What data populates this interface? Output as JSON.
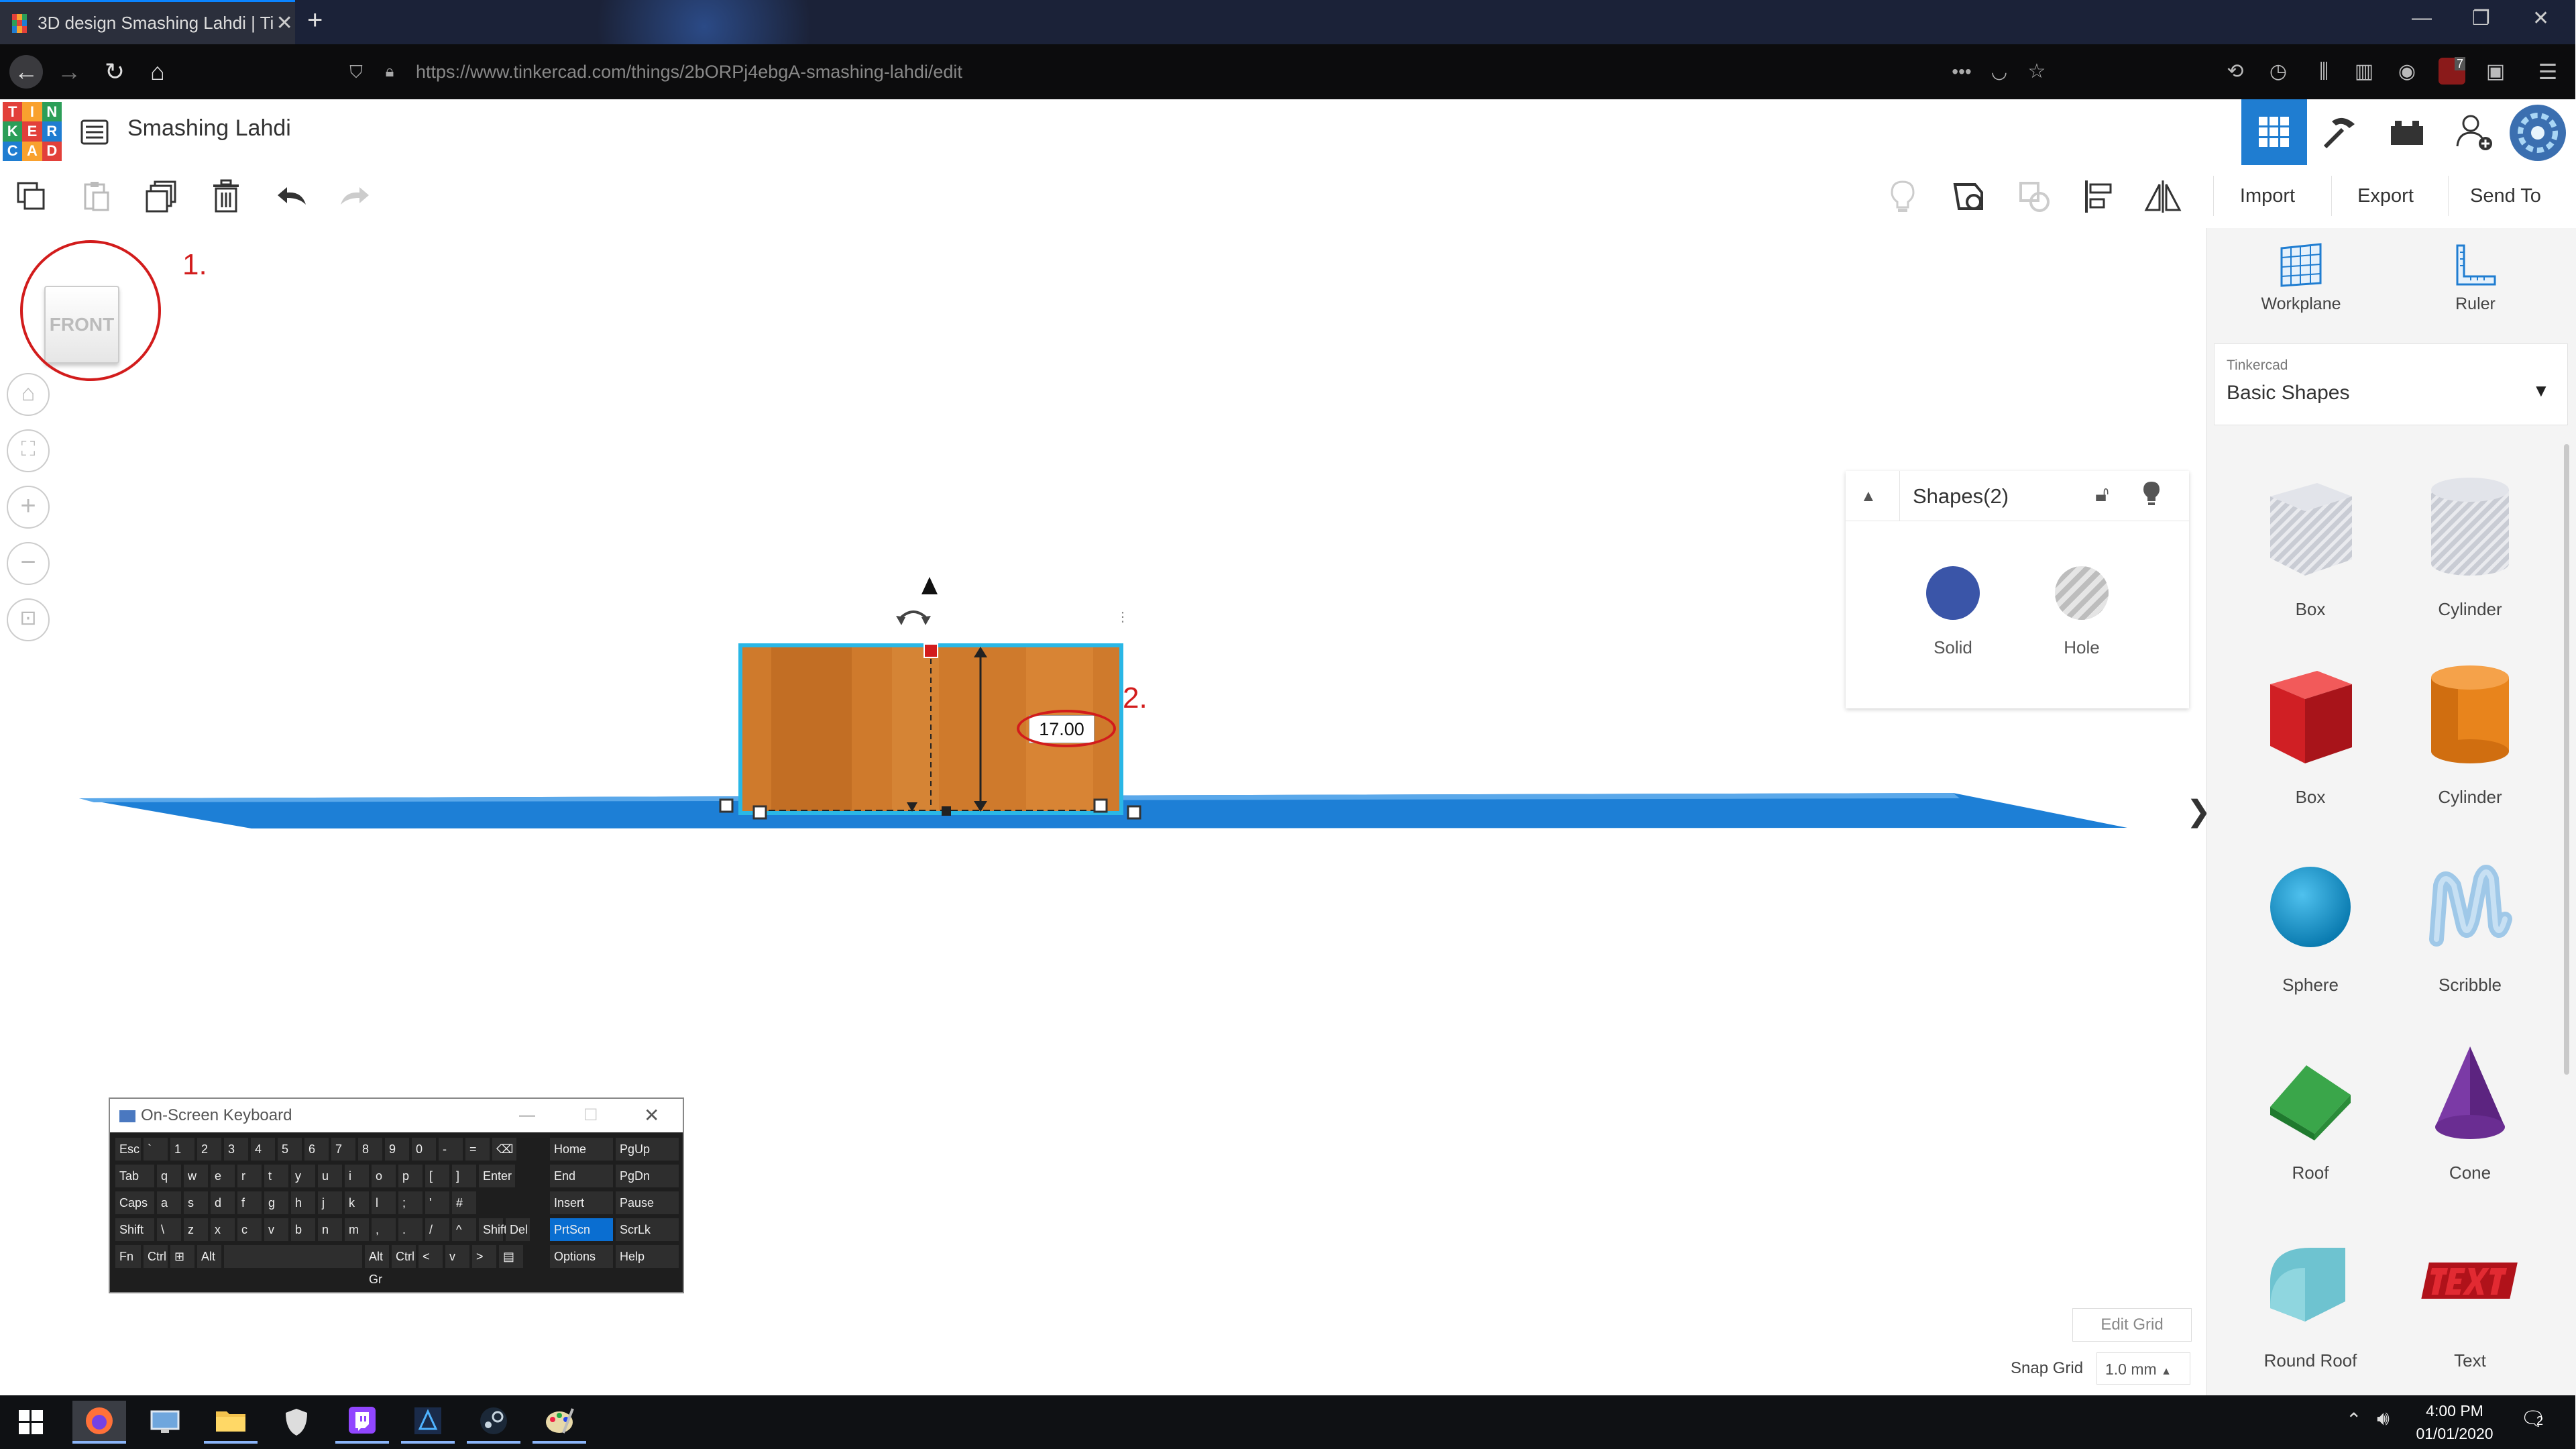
{
  "browser": {
    "tab_title": "3D design Smashing Lahdi | Ti",
    "tab_close": "✕",
    "new_tab": "+",
    "url": "https://www.tinkercad.com/things/2bORPj4ebgA-smashing-lahdi/edit",
    "page_actions": "•••",
    "ublock_badge": "7"
  },
  "app": {
    "logo_letters": [
      "T",
      "I",
      "N",
      "K",
      "E",
      "R",
      "C",
      "A",
      "D"
    ],
    "logo_colors": [
      "#e2403a",
      "#f9a12e",
      "#2c9e58",
      "#2c9e58",
      "#e2403a",
      "#1f7dd1",
      "#1f7dd1",
      "#f9a12e",
      "#e2403a"
    ],
    "project_title": "Smashing Lahdi"
  },
  "toolbar": {
    "import_label": "Import",
    "export_label": "Export",
    "sendto_label": "Send To"
  },
  "viewcube": {
    "label": "FRONT"
  },
  "annotations": {
    "one": "1.",
    "two": "2."
  },
  "viewport": {
    "height_value": "17.00",
    "shape_color": "#cf7a2c",
    "workplane_color": "#1d7fd6",
    "selection_color": "#2ab7e6"
  },
  "inspector": {
    "title": "Shapes(2)",
    "solid_label": "Solid",
    "hole_label": "Hole",
    "solid_color": "#3a55a8"
  },
  "edit_grid_label": "Edit Grid",
  "snap_grid": {
    "label": "Snap Grid",
    "value": "1.0 mm"
  },
  "right_panel": {
    "workplane_label": "Workplane",
    "ruler_label": "Ruler",
    "library_category": "Tinkercad",
    "library_name": "Basic Shapes",
    "shapes": [
      {
        "label": "Box",
        "icon": "box-hole-icon"
      },
      {
        "label": "Cylinder",
        "icon": "cylinder-hole-icon"
      },
      {
        "label": "Box",
        "icon": "box-solid-icon"
      },
      {
        "label": "Cylinder",
        "icon": "cylinder-solid-icon"
      },
      {
        "label": "Sphere",
        "icon": "sphere-icon"
      },
      {
        "label": "Scribble",
        "icon": "scribble-icon"
      },
      {
        "label": "Roof",
        "icon": "roof-icon"
      },
      {
        "label": "Cone",
        "icon": "cone-icon"
      },
      {
        "label": "Round Roof",
        "icon": "round-roof-icon"
      },
      {
        "label": "Text",
        "icon": "text-shape-icon"
      }
    ]
  },
  "osk": {
    "title": "On-Screen Keyboard",
    "rows": [
      [
        "Esc",
        "`",
        "1",
        "2",
        "3",
        "4",
        "5",
        "6",
        "7",
        "8",
        "9",
        "0",
        "-",
        "=",
        "⌫"
      ],
      [
        "Tab",
        "q",
        "w",
        "e",
        "r",
        "t",
        "y",
        "u",
        "i",
        "o",
        "p",
        "[",
        "]",
        "Enter"
      ],
      [
        "Caps",
        "a",
        "s",
        "d",
        "f",
        "g",
        "h",
        "j",
        "k",
        "l",
        ";",
        "'",
        "#"
      ],
      [
        "Shift",
        "\\",
        "z",
        "x",
        "c",
        "v",
        "b",
        "n",
        "m",
        ",",
        ".",
        "/",
        "^",
        "Shift",
        "Del"
      ],
      [
        "Fn",
        "Ctrl",
        "⊞",
        "Alt",
        "",
        "Alt Gr",
        "Ctrl",
        "<",
        "v",
        ">",
        "▤"
      ]
    ],
    "side_keys": [
      [
        "Home",
        "PgUp"
      ],
      [
        "End",
        "PgDn"
      ],
      [
        "Insert",
        "Pause"
      ],
      [
        "PrtScn",
        "ScrLk"
      ],
      [
        "Options",
        "Help"
      ]
    ]
  },
  "taskbar": {
    "time": "4:00 PM",
    "date": "01/01/2020",
    "notification_count": "2"
  }
}
